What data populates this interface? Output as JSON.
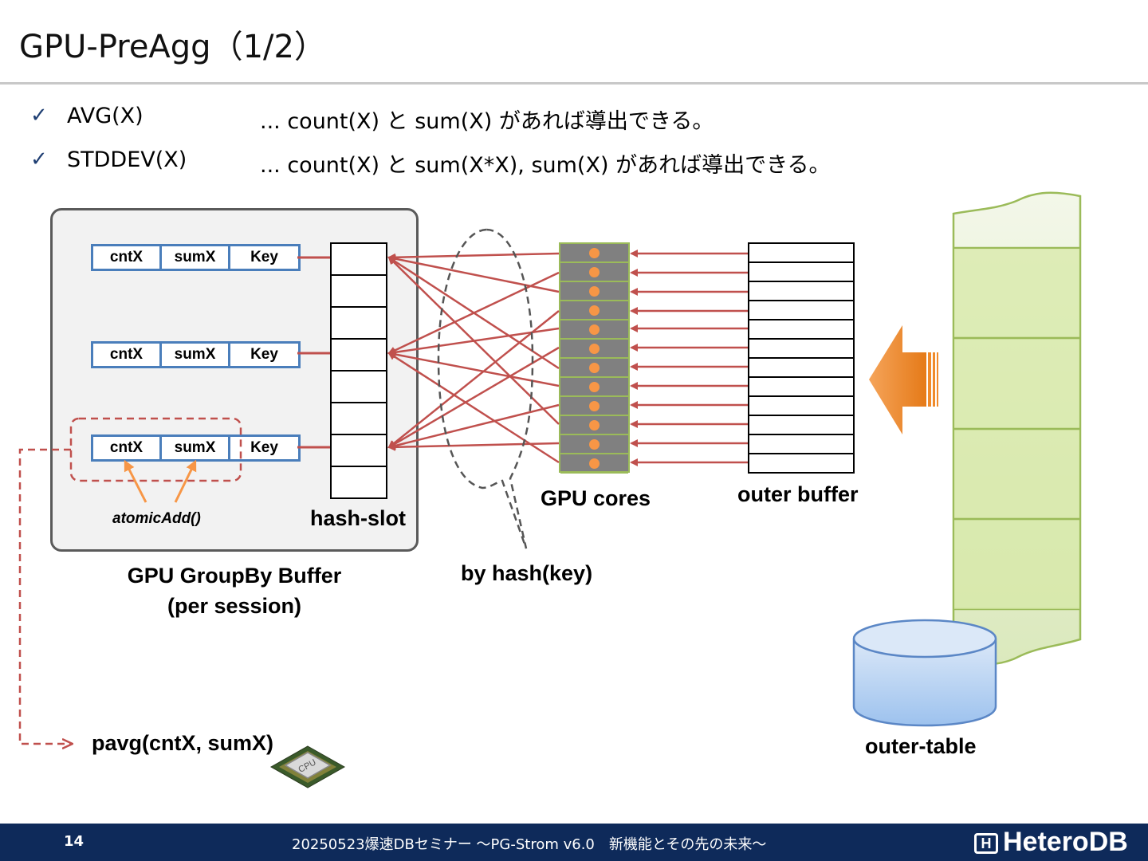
{
  "slide": {
    "title": "GPU-PreAgg（1/2）",
    "bullets": [
      {
        "term": "AVG(X)",
        "desc": "... count(X) と sum(X) があれば導出できる。"
      },
      {
        "term": "STDDEV(X)",
        "desc": "... count(X) と sum(X*X), sum(X) があれば導出できる。"
      }
    ]
  },
  "diagram": {
    "records": [
      {
        "cntx": "cntX",
        "sumx": "sumX",
        "key": "Key"
      },
      {
        "cntx": "cntX",
        "sumx": "sumX",
        "key": "Key"
      },
      {
        "cntx": "cntX",
        "sumx": "sumX",
        "key": "Key"
      }
    ],
    "atomic_label": "atomicAdd()",
    "hash_slot_label": "hash-slot",
    "groupby_label_1": "GPU GroupBy Buffer",
    "groupby_label_2": "(per session)",
    "by_hash_label": "by hash(key)",
    "gpu_cores_label": "GPU cores",
    "outer_buffer_label": "outer buffer",
    "outer_table_label": "outer-table",
    "pavg_label": "pavg(cntX, sumX)",
    "cpu_chip_text": "CPU",
    "colors": {
      "record_border": "#4a7ebb",
      "arrow_red": "#c0504d",
      "gpu_core_dot": "#f79646",
      "gpu_core_grid": "#9bbb59",
      "table_page": "#ebf1de",
      "cylinder": "#b7d3f4",
      "transfer_arrow": "#f79646"
    }
  },
  "footer": {
    "page_number": "14",
    "caption": "20250523爆速DBセミナー ～PG-Strom v6.0　新機能とその先の未来～",
    "logo_text": "HeteroDB",
    "logo_mark": "H"
  }
}
